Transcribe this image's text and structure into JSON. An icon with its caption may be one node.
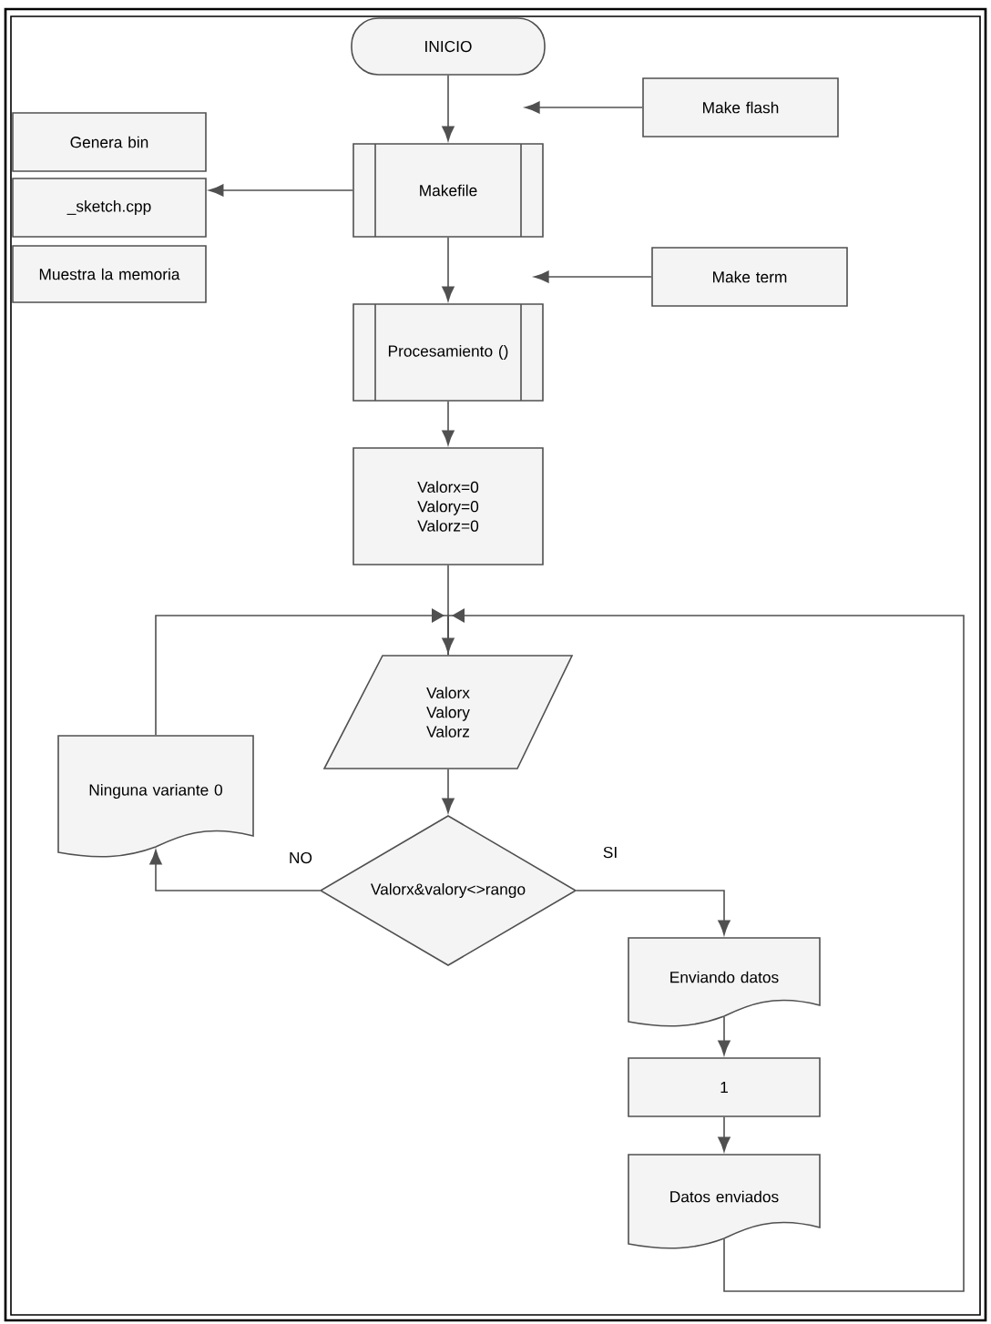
{
  "diagram": {
    "nodes": [
      {
        "text": [
          "INICIO"
        ]
      },
      {
        "text": [
          "Make flash"
        ]
      },
      {
        "text": [
          "Genera bin"
        ]
      },
      {
        "text": [
          "_sketch.cpp"
        ]
      },
      {
        "text": [
          "Muestra la memoria"
        ]
      },
      {
        "text": [
          "Makefile"
        ]
      },
      {
        "text": [
          "Make term"
        ]
      },
      {
        "text": [
          "Procesamiento ()"
        ]
      },
      {
        "text": [
          "Valorx=0 Valory=0 Valorz=0"
        ]
      },
      {
        "text": [
          "Valorx Valory Valorz"
        ]
      },
      {
        "text": [
          "Ninguna variante 0"
        ]
      },
      {
        "text": [
          "Valorx&valory<>rango"
        ]
      },
      {
        "text": [
          "Enviando datos"
        ]
      },
      {
        "text": [
          "1"
        ]
      },
      {
        "text": [
          "Datos enviados"
        ]
      }
    ],
    "edges": [
      {
        "from": 0,
        "to": 5,
        "arrow": "to"
      },
      {
        "from": 1,
        "to": null,
        "arrow": "to"
      },
      {
        "from": 5,
        "to": 3,
        "arrow": "to"
      },
      {
        "from": 5,
        "to": 7,
        "arrow": "to"
      },
      {
        "from": 6,
        "to": null,
        "arrow": "to"
      },
      {
        "from": 7,
        "to": 8,
        "arrow": "to"
      },
      {
        "from": 8,
        "to": 9,
        "arrow": "to"
      },
      {
        "from": 10,
        "to": 9,
        "arrow": "to"
      },
      {
        "from": 14,
        "to": 9,
        "arrow": "to"
      },
      {
        "from": 9,
        "to": 11,
        "arrow": "to"
      },
      {
        "from": 11,
        "to": 10,
        "arrow": "to",
        "label": "NO"
      },
      {
        "from": 11,
        "to": 12,
        "arrow": "to",
        "label": "SI"
      },
      {
        "from": 12,
        "to": 13,
        "arrow": "to"
      },
      {
        "from": 13,
        "to": 14,
        "arrow": "to"
      }
    ]
  }
}
